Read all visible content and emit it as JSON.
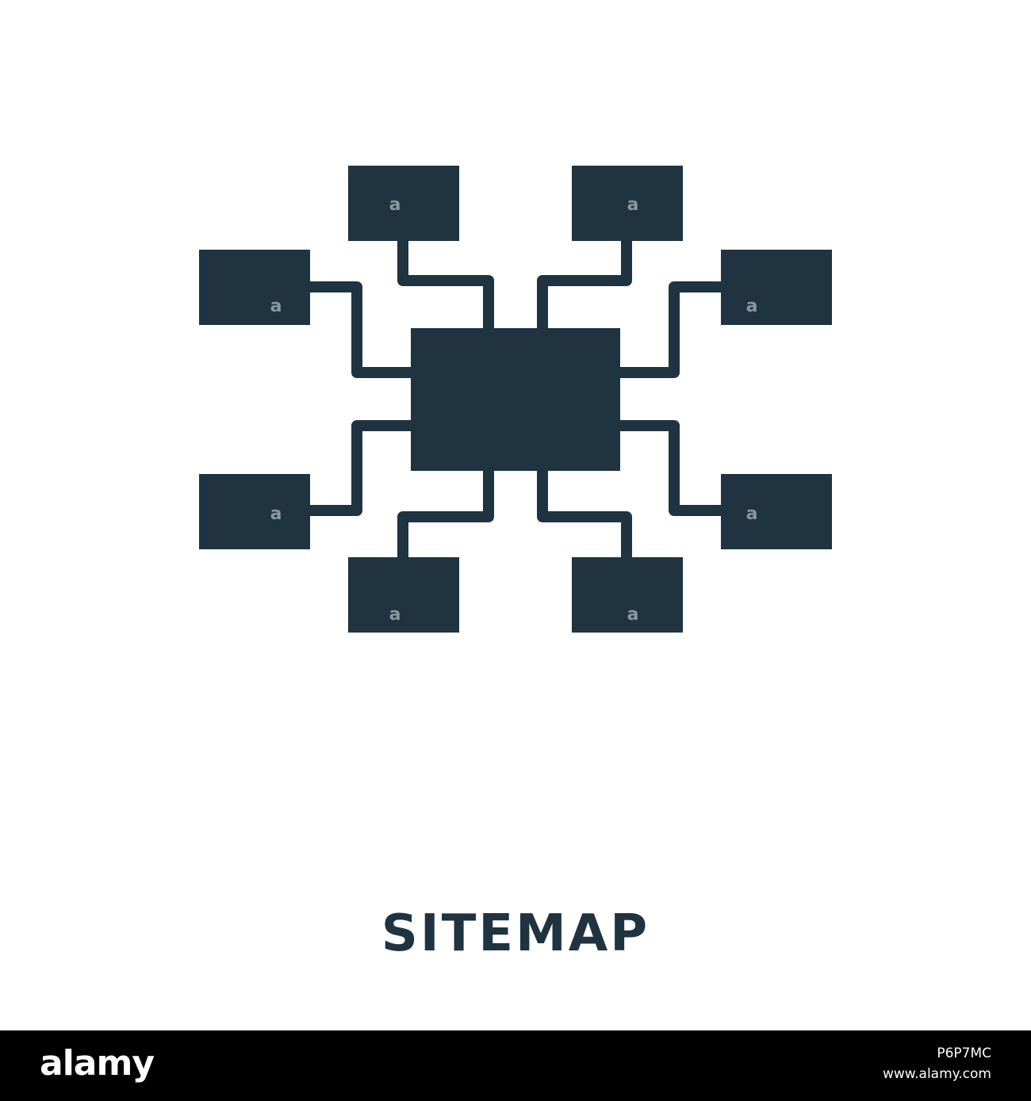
{
  "caption": "SITEMAP",
  "icon": "sitemap-icon",
  "watermark_char": "a",
  "colors": {
    "icon": "#1f3341",
    "background": "#ffffff",
    "footer": "#000000",
    "footer_text": "#ffffff"
  },
  "footer": {
    "brand": "alamy",
    "image_id": "P6P7MC",
    "site": "www.alamy.com"
  }
}
